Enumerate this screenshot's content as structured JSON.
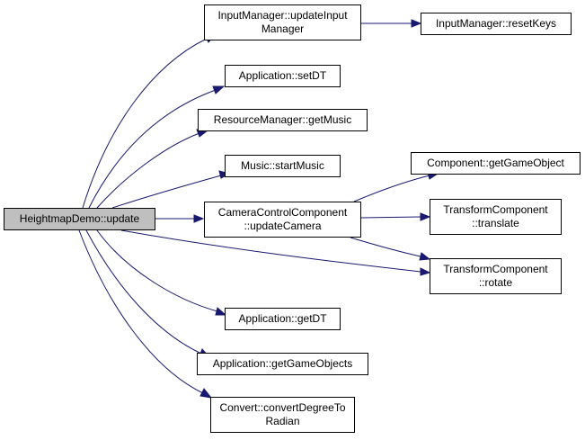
{
  "colors": {
    "edge": "#191970",
    "root_fill": "#bfbfbf",
    "node_fill": "#ffffff",
    "node_border": "#000000"
  },
  "nodes": {
    "root": {
      "lines": [
        "HeightmapDemo::update"
      ]
    },
    "input_update": {
      "lines": [
        "InputManager::updateInput",
        "Manager"
      ]
    },
    "input_reset": {
      "lines": [
        "InputManager::resetKeys"
      ]
    },
    "app_setdt": {
      "lines": [
        "Application::setDT"
      ]
    },
    "res_getmusic": {
      "lines": [
        "ResourceManager::getMusic"
      ]
    },
    "music_start": {
      "lines": [
        "Music::startMusic"
      ]
    },
    "cam_update": {
      "lines": [
        "CameraControlComponent",
        "::updateCamera"
      ]
    },
    "comp_getgo": {
      "lines": [
        "Component::getGameObject"
      ]
    },
    "tr_translate": {
      "lines": [
        "TransformComponent",
        "::translate"
      ]
    },
    "tr_rotate": {
      "lines": [
        "TransformComponent",
        "::rotate"
      ]
    },
    "app_getdt": {
      "lines": [
        "Application::getDT"
      ]
    },
    "app_getgos": {
      "lines": [
        "Application::getGameObjects"
      ]
    },
    "conv_deg": {
      "lines": [
        "Convert::convertDegreeTo",
        "Radian"
      ]
    }
  },
  "edges": [
    {
      "from": "root",
      "to": "input_update"
    },
    {
      "from": "root",
      "to": "app_setdt"
    },
    {
      "from": "root",
      "to": "res_getmusic"
    },
    {
      "from": "root",
      "to": "music_start"
    },
    {
      "from": "root",
      "to": "cam_update"
    },
    {
      "from": "root",
      "to": "tr_rotate"
    },
    {
      "from": "root",
      "to": "app_getdt"
    },
    {
      "from": "root",
      "to": "app_getgos"
    },
    {
      "from": "root",
      "to": "conv_deg"
    },
    {
      "from": "input_update",
      "to": "input_reset"
    },
    {
      "from": "cam_update",
      "to": "comp_getgo"
    },
    {
      "from": "cam_update",
      "to": "tr_translate"
    },
    {
      "from": "cam_update",
      "to": "tr_rotate"
    }
  ]
}
